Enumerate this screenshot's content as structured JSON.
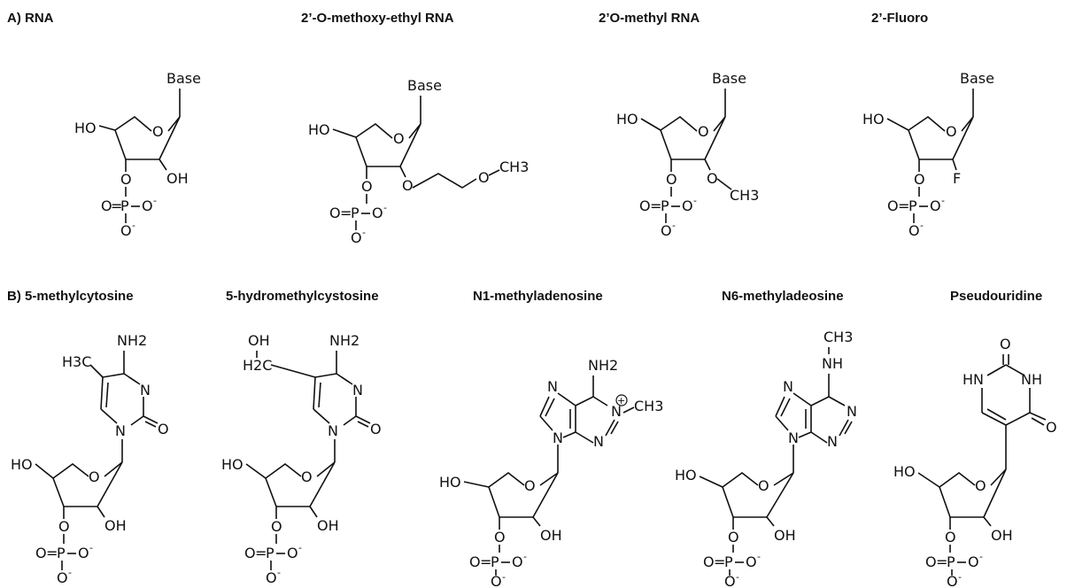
{
  "panel_a": {
    "titles": [
      "A) RNA",
      "2’-O-methoxy-ethyl RNA",
      "2’O-methyl RNA",
      "2’-Fluoro"
    ]
  },
  "panel_b": {
    "titles": [
      "B) 5-methylcytosine",
      "5-hydromethylcystosine",
      "N1-methyladenosine",
      "N6-methyladeosine",
      "Pseudouridine"
    ]
  },
  "atoms": {
    "base": "Base",
    "ho": "HO",
    "o": "O",
    "oh": "OH",
    "f": "F",
    "ch3": "CH3",
    "p": "P",
    "nh2": "NH2",
    "h3c": "H3C",
    "h2c": "H2C",
    "n": "N",
    "nh": "NH",
    "hn": "HN",
    "plus": "+",
    "minus": "-"
  }
}
